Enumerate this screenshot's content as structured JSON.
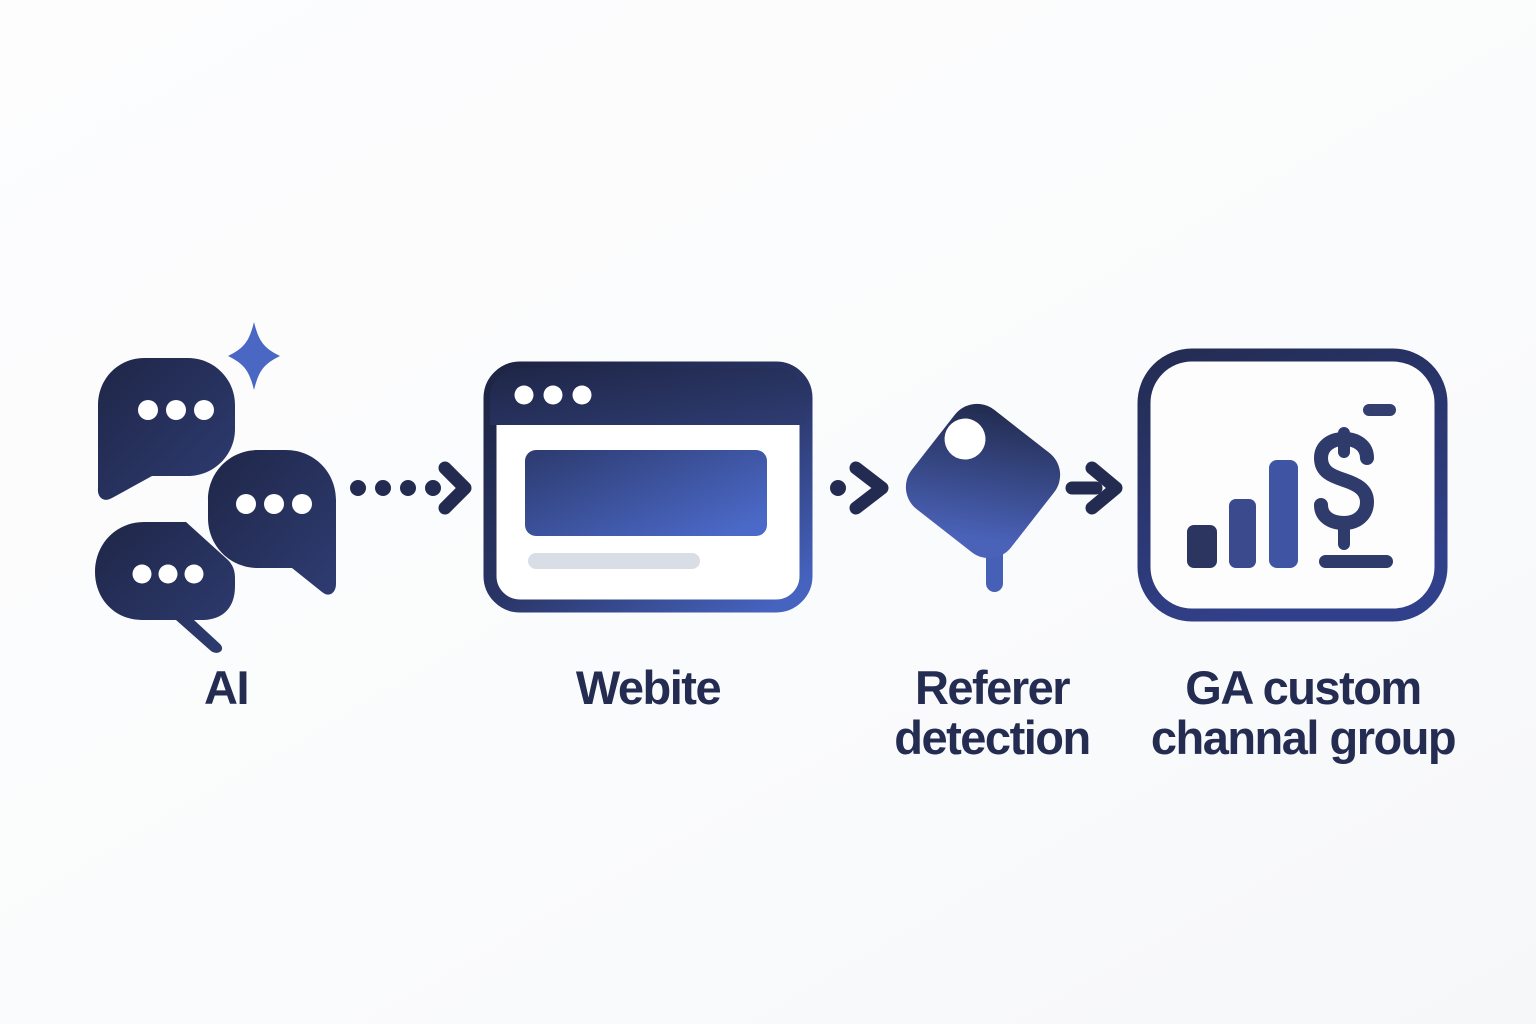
{
  "flow": {
    "steps": [
      {
        "id": "ai",
        "label": "AI",
        "icon": "ai-chat-bubbles-icon"
      },
      {
        "id": "website",
        "label": "Webite",
        "icon": "browser-window-icon"
      },
      {
        "id": "referrer-detection",
        "label_lines": [
          "Referer",
          "detection"
        ],
        "icon": "price-tag-icon"
      },
      {
        "id": "ga-custom-channel-group",
        "label_lines": [
          "GA custom",
          "channal group"
        ],
        "icon": "analytics-dashboard-icon"
      }
    ],
    "connectors": [
      {
        "from": "ai",
        "to": "website",
        "style": "dotted-arrow"
      },
      {
        "from": "website",
        "to": "referrer-detection",
        "style": "dotted-arrow"
      },
      {
        "from": "referrer-detection",
        "to": "ga-custom-channel-group",
        "style": "arrow"
      }
    ]
  },
  "colors": {
    "background": "#fcfcfd",
    "navy": "#1f2647",
    "navy_mid": "#2e3c72",
    "blue": "#4a67c4",
    "sparkle_blue": "#4a67c4",
    "content_grad_start": "#2c3a6e",
    "content_grad_end": "#4b69c8",
    "frame_grad_start": "#1d2443",
    "frame_grad_end": "#4663c0",
    "tag_grad_start": "#1f2747",
    "tag_grad_end": "#4a62b8",
    "tag_string": "#4660b6",
    "box_border_start": "#232c52",
    "box_border_end": "#31408a",
    "bar1": "#2b355f",
    "bar2": "#3a4a8c",
    "bar3": "#3f55a3",
    "dollar": "#2e3b6b",
    "dash": "#333f6e",
    "gray_line": "#d9dde6",
    "arrow": "#232b50",
    "label_text": "#242c52",
    "white": "#ffffff"
  }
}
